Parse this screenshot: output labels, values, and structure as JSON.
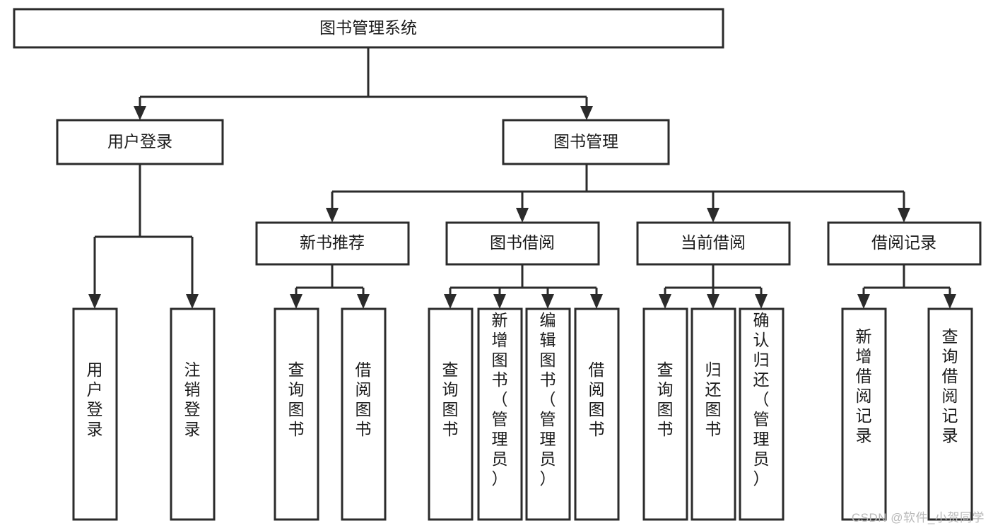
{
  "diagram": {
    "type": "tree",
    "title": "图书管理系统",
    "watermark": "CSDN @软件_小贺同学",
    "colors": {
      "stroke": "#2b2b2b",
      "fill": "#ffffff",
      "text": "#1a1a1a",
      "watermark": "#b9b9b9"
    },
    "levels": {
      "root": {
        "label": "图书管理系统"
      },
      "level2": [
        {
          "label": "用户登录"
        },
        {
          "label": "图书管理"
        }
      ],
      "level3": [
        {
          "label": "新书推荐"
        },
        {
          "label": "图书借阅"
        },
        {
          "label": "当前借阅"
        },
        {
          "label": "借阅记录"
        }
      ],
      "leaves": {
        "user_login": [
          {
            "label": "用户登录"
          },
          {
            "label": "注销登录"
          }
        ],
        "new_book_recommend": [
          {
            "label": "查询图书"
          },
          {
            "label": "借阅图书"
          }
        ],
        "book_borrow": [
          {
            "label": "查询图书"
          },
          {
            "label": "新增图书（管理员）"
          },
          {
            "label": "编辑图书（管理员）"
          },
          {
            "label": "借阅图书"
          }
        ],
        "current_borrow": [
          {
            "label": "查询图书"
          },
          {
            "label": "归还图书"
          },
          {
            "label": "确认归还（管理员）"
          }
        ],
        "borrow_record": [
          {
            "label": "新增借阅记录"
          },
          {
            "label": "查询借阅记录"
          }
        ]
      }
    }
  }
}
